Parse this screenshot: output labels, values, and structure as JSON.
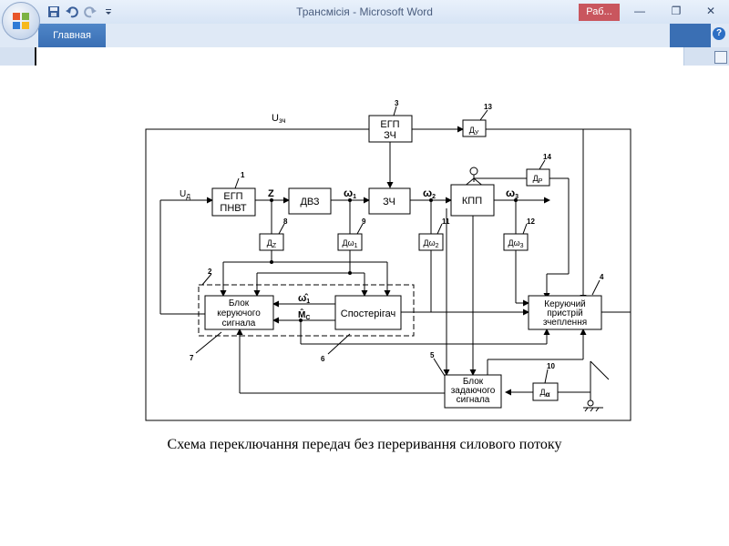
{
  "window": {
    "title": "Трансмісія - Microsoft Word",
    "taskbar_tab": "Раб...",
    "minimize_glyph": "—",
    "restore_glyph": "❐",
    "close_glyph": "✕",
    "help_glyph": "?"
  },
  "ribbon": {
    "home_tab": "Главная"
  },
  "quick_access": {
    "icons": [
      "save-icon",
      "undo-icon",
      "redo-icon",
      "customize-qat-icon"
    ]
  },
  "diagram": {
    "top_label": "U",
    "top_label_sub": "зч",
    "blocks": {
      "egp_zch": [
        "ЕГП",
        "ЗЧ"
      ],
      "egp_pnvt": [
        "ЕГП",
        "ПНВТ"
      ],
      "dvz": "ДВЗ",
      "zch": "ЗЧ",
      "kpp": "КПП",
      "control_block": [
        "Блок",
        "керуючого",
        "сигнала"
      ],
      "observer": "Спостерігач",
      "clutch_controller": [
        "Керуючий",
        "пристрій",
        "зчеплення"
      ],
      "setting_block": [
        "Блок",
        "задаючого",
        "сигнала"
      ]
    },
    "sensors": {
      "du": {
        "main": "Д",
        "sub": "У"
      },
      "dr": {
        "main": "Д",
        "sub": "Р"
      },
      "dz": {
        "main": "Д",
        "sub": "Z"
      },
      "dw1": {
        "main": "Дω",
        "sub": "1"
      },
      "dw2": {
        "main": "Дω",
        "sub": "2"
      },
      "dw3": {
        "main": "Дω",
        "sub": "3"
      },
      "dalpha": {
        "main": "Д",
        "sub": "α"
      }
    },
    "signals": {
      "ud_main": "U",
      "ud_sub": "Д",
      "z": "Z",
      "w1": "ω",
      "w1_sub": "1",
      "w2": "ω",
      "w2_sub": "2",
      "w3": "ω",
      "w3_sub": "3",
      "w1_hat": "ω̂",
      "w1_hat_sub": "1",
      "mc_hat": "M̂",
      "mc_hat_sub": "C"
    },
    "callouts": [
      "1",
      "2",
      "3",
      "4",
      "5",
      "6",
      "7",
      "8",
      "9",
      "10",
      "11",
      "12",
      "13",
      "14"
    ]
  },
  "caption": "Схема переключання передач без переривання силового потоку"
}
